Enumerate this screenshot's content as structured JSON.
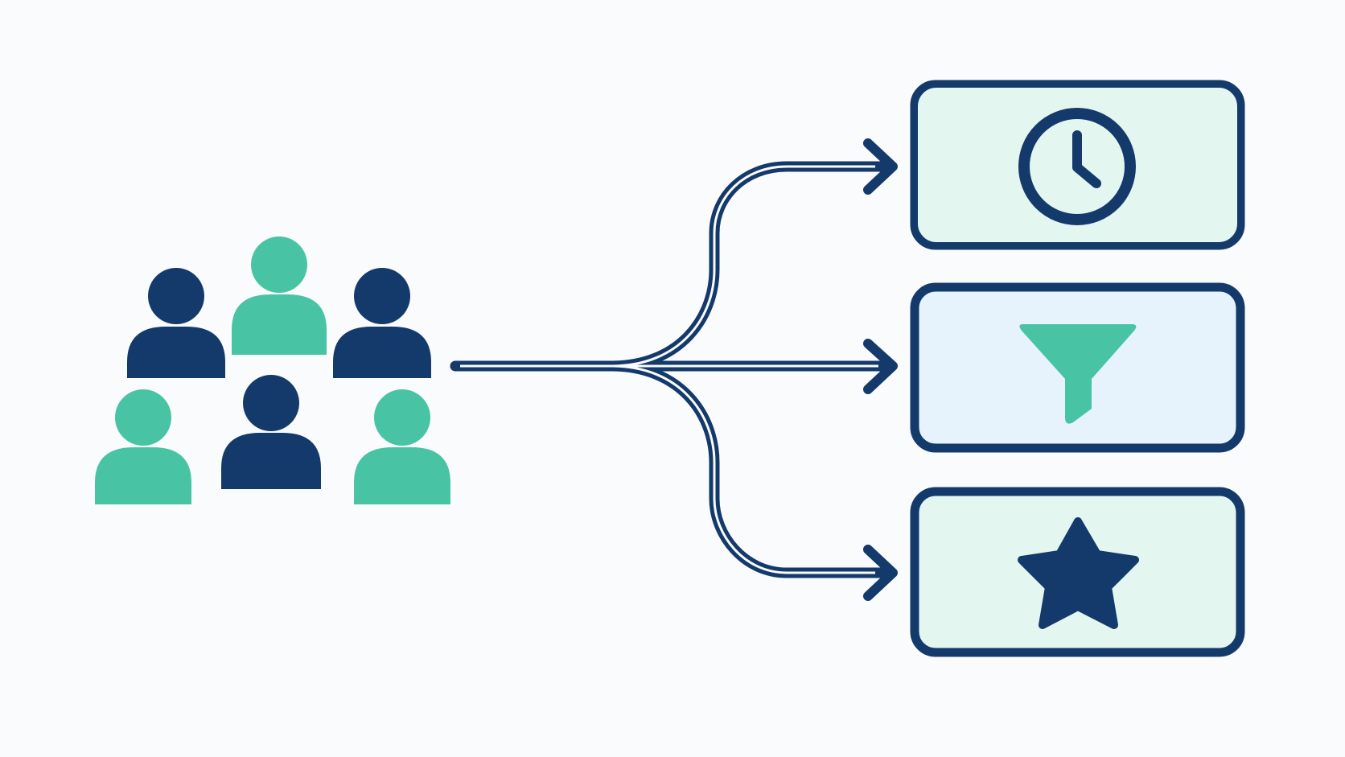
{
  "colors": {
    "background": "#fafbfc",
    "navy": "#143a6b",
    "teal": "#48c4a5",
    "box_mint_fill": "#e3f6ef",
    "box_blue_fill": "#e6f3fc"
  },
  "people": [
    {
      "color": "navy"
    },
    {
      "color": "teal"
    },
    {
      "color": "navy"
    },
    {
      "color": "teal"
    },
    {
      "color": "navy"
    },
    {
      "color": "teal"
    }
  ],
  "destinations": [
    {
      "icon": "clock-icon",
      "fill": "mint"
    },
    {
      "icon": "funnel-icon",
      "fill": "blue"
    },
    {
      "icon": "star-icon",
      "fill": "mint"
    }
  ]
}
